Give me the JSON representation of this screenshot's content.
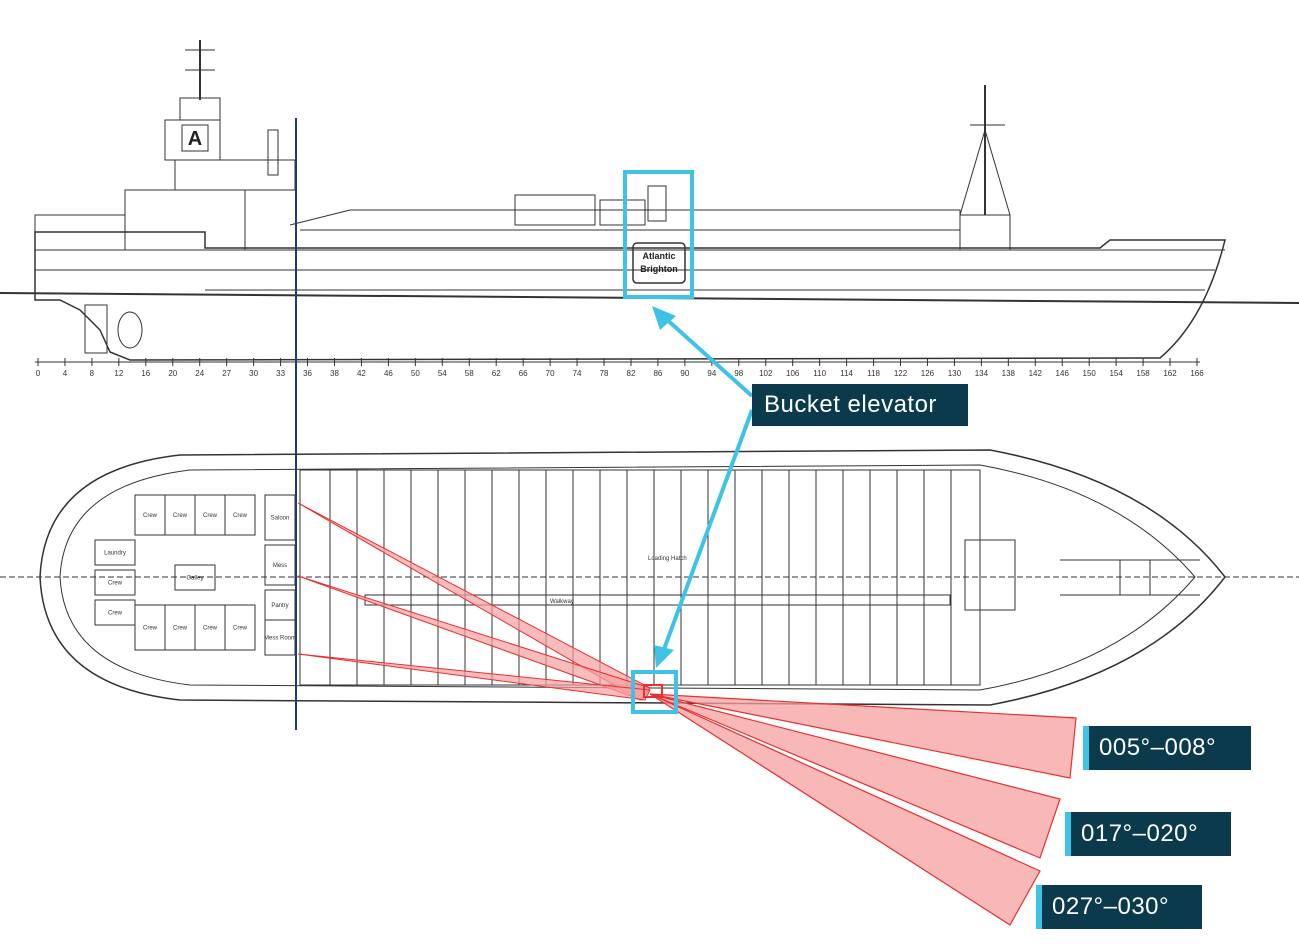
{
  "callout": {
    "label": "Bucket elevator",
    "color": "#3ec3e6",
    "box_color": "#0b3a4d"
  },
  "bearings": [
    {
      "label": "005°–008°"
    },
    {
      "label": "017°–020°"
    },
    {
      "label": "027°–030°"
    }
  ],
  "sector_color": "#f06060",
  "sector_fill": "#f7a0a0",
  "reference_line_color": "#1f3b73",
  "ship_name": "Atlantic Brighton",
  "ship_name_lines": [
    "Atlantic",
    "Brighton"
  ],
  "funnel_letter": "A",
  "frames": [
    "0",
    "4",
    "8",
    "12",
    "16",
    "20",
    "24",
    "27",
    "30",
    "33",
    "36",
    "38",
    "42",
    "46",
    "50",
    "54",
    "58",
    "62",
    "66",
    "70",
    "74",
    "78",
    "82",
    "86",
    "90",
    "94",
    "98",
    "102",
    "106",
    "110",
    "114",
    "118",
    "122",
    "126",
    "130",
    "134",
    "138",
    "142",
    "146",
    "150",
    "154",
    "158",
    "162",
    "166"
  ],
  "deck_rooms": [
    "Crew",
    "Crew",
    "Crew",
    "Crew",
    "Saloon",
    "Mess",
    "Laundry",
    "Galley",
    "Crew",
    "Crew",
    "Crew",
    "Crew",
    "Pantry",
    "Mess Room",
    "Crew",
    "Crew"
  ],
  "deck_labels": {
    "walkway": "Walkway",
    "loading_hatch": "Loading Hatch"
  }
}
